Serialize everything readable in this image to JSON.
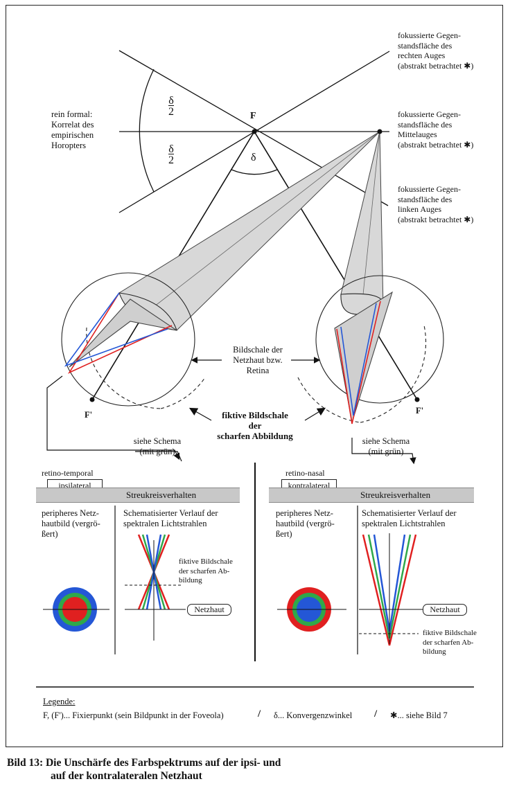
{
  "labels": {
    "F": "F",
    "F_prime_left": "F'",
    "F_prime_right": "F'",
    "delta": "δ",
    "delta_half_num": "δ",
    "delta_half_den": "2",
    "horopter": "rein formal:\nKorrelat des\nempirischen\nHoropters",
    "focus_right": "fokussierte Gegen-\nstandsfläche des\nrechten Auges\n(abstrakt betrachtet ✱)",
    "focus_middle": "fokussierte Gegen-\nstandsfläche des\nMittelauges\n(abstrakt betrachtet ✱)",
    "focus_left": "fokussierte Gegen-\nstandsfläche des\nlinken Auges\n(abstrakt betrachtet ✱)",
    "bildschale": "Bildschale der\nNetzhaut bzw.\nRetina",
    "fiktive": "fiktive Bildschale\nder\nscharfen Abbildung",
    "schema_left": "siehe Schema\n(mit grün)",
    "schema_right": "siehe Schema\n(mit grün)"
  },
  "panel_left": {
    "tag_above": "retino-temporal",
    "tag_box": "ipsilateral",
    "bar": "Streukreisverhalten",
    "col1": "peripheres Netz-\nhautbild (vergrö-\nßert)",
    "col2": "Schematisierter Verlauf der\nspektralen Lichtstrahlen",
    "fiktive": "fiktive Bildschale\nder scharfen Ab-\nbildung",
    "netzhaut": "Netzhaut"
  },
  "panel_right": {
    "tag_above": "retino-nasal",
    "tag_box": "kontralateral",
    "bar": "Streukreisverhalten",
    "col1": "peripheres Netz-\nhautbild (vergrö-\nßert)",
    "col2": "Schematisierter Verlauf der\nspektralen Lichtstrahlen",
    "fiktive": "fiktive Bildschale\nder scharfen Ab-\nbildung",
    "netzhaut": "Netzhaut"
  },
  "legend": {
    "title": "Legende:",
    "item1": "F, (F')... Fixierpunkt (sein Bildpunkt in der Foveola)",
    "sep1": "/",
    "item2": "δ... Konvergenzwinkel",
    "sep2": "/",
    "item3": "✱... siehe Bild 7"
  },
  "caption": {
    "line1": "Bild 13: Die Unschärfe des Farbspektrums auf der ipsi- und",
    "line2": "auf der kontralateralen Netzhaut"
  },
  "colors": {
    "red": "#e02020",
    "green": "#2fa84a",
    "blue": "#2457d6",
    "gray": "#c8c8c8"
  }
}
